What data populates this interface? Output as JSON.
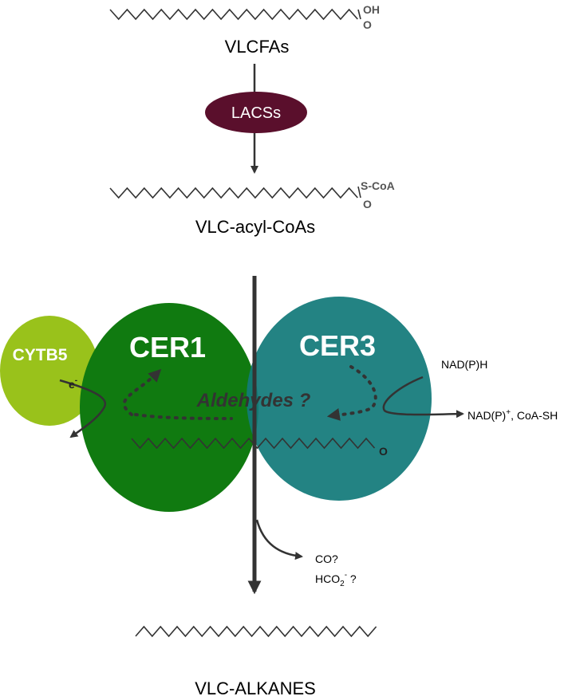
{
  "molecules": {
    "vlcfas": {
      "label": "VLCFAs",
      "group": "OH",
      "group_o": "O"
    },
    "acyl_coas": {
      "label": "VLC-acyl-CoAs",
      "group": "S-CoA",
      "group_o": "O"
    },
    "aldehyde": {
      "group_o": "O"
    },
    "alkanes": {
      "label": "VLC-ALKANES"
    }
  },
  "enzymes": {
    "lacss": "LACSs",
    "cytb5": "CYTB5",
    "cer1": "CER1",
    "cer3": "CER3"
  },
  "electron": {
    "label": "e",
    "sup": "-"
  },
  "cofactors": {
    "nadph": "NAD(P)H",
    "nadp_plus_main": "NAD(P)",
    "nadp_plus_sup": "+",
    "nadp_plus_rest": ", CoA-SH"
  },
  "aldehydes": "Aldehydes ?",
  "byproducts": {
    "co": "CO?",
    "hco2_main": "HCO",
    "hco2_sub": "2",
    "hco2_sup": "-",
    "hco2_rest": " ?"
  },
  "colors": {
    "lacss": "#5a0f2c",
    "cytb5": "#99c21b",
    "cer1": "#107a10",
    "cer3": "#127a7a",
    "arrow": "#333333",
    "text_dark": "#000000",
    "text_white": "#ffffff"
  }
}
